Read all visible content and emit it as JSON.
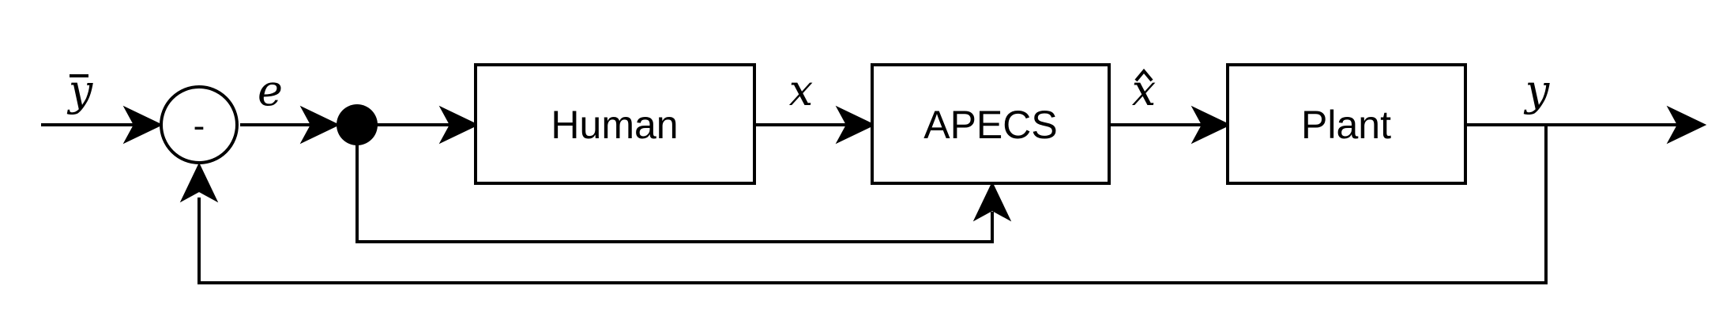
{
  "blocks": {
    "human": "Human",
    "apecs": "APECS",
    "plant": "Plant"
  },
  "summing_junction": {
    "sign": "-"
  },
  "signals": {
    "reference": "y",
    "error": "e",
    "human_output": "x",
    "apecs_output": "x",
    "output": "y"
  },
  "colors": {
    "line": "#000000",
    "background": "#ffffff"
  }
}
